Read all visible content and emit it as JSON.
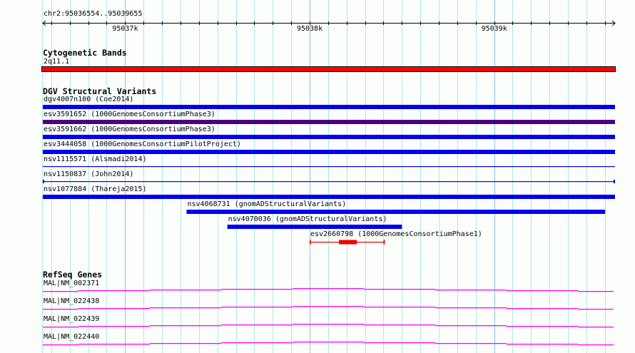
{
  "view": {
    "location": "chr2:95036554..95039655",
    "start": 95036554,
    "end": 95039655,
    "tick_labels": [
      {
        "pos": 95037000,
        "label": "95037k"
      },
      {
        "pos": 95038000,
        "label": "95038k"
      },
      {
        "pos": 95039000,
        "label": "95039k"
      }
    ]
  },
  "colors": {
    "grid_minor": "#aee8ee",
    "grid_major": "#8ec4e0",
    "cytoband": "#ff0000",
    "dgv_blue": "#0000ee",
    "dgv_purple": "#4b0082",
    "dgv_red": "#ee0000",
    "gene": "#ff00ff"
  },
  "tracks": {
    "cytobands": {
      "title": "Cytogenetic Bands",
      "features": [
        {
          "label": "2q11.1",
          "start": 95036554,
          "end": 95039655
        }
      ]
    },
    "dgv": {
      "title": "DGV Structural Variants",
      "features": [
        {
          "label": "dgv4007n100 (Coe2014)",
          "start": 95036554,
          "end": 95039655,
          "style": "thick",
          "color": "#0000ee"
        },
        {
          "label": "esv3591652 (1000GenomesConsortiumPhase3)",
          "start": 95036554,
          "end": 95039655,
          "style": "thick",
          "color": "#4b0082"
        },
        {
          "label": "esv3591662 (1000GenomesConsortiumPhase3)",
          "start": 95036554,
          "end": 95039655,
          "style": "thick",
          "color": "#0000ee"
        },
        {
          "label": "esv3444058 (1000GenomesConsortiumPilotProject)",
          "start": 95036554,
          "end": 95039655,
          "style": "thick",
          "color": "#0000ee"
        },
        {
          "label": "nsv1115571 (Alsmadi2014)",
          "start": 95036554,
          "end": 95039655,
          "style": "thin",
          "color": "#0000ee"
        },
        {
          "label": "nsv1150837 (John2014)",
          "start": 95036554,
          "end": 95039655,
          "style": "capped",
          "color": "#0000ee"
        },
        {
          "label": "nsv1077884 (Thareja2015)",
          "start": 95036554,
          "end": 95039655,
          "style": "thick",
          "color": "#0000ee"
        },
        {
          "label": "nsv4068731 (gnomADStructuralVariants)",
          "start": 95037333,
          "end": 95039601,
          "style": "thick",
          "color": "#0000ee"
        },
        {
          "label": "nsv4070036 (gnomADStructuralVariants)",
          "start": 95037554,
          "end": 95038500,
          "style": "thick",
          "color": "#0000ee"
        },
        {
          "label": "esv2660798 (1000GenomesConsortiumPhase1)",
          "start": 95038000,
          "end": 95038407,
          "style": "cappedthick",
          "thick_start": 95038159,
          "thick_end": 95038256,
          "color": "#ee0000"
        }
      ]
    },
    "refseq": {
      "title": "RefSeq Genes",
      "features": [
        {
          "label": "MAL|NM_002371"
        },
        {
          "label": "MAL|NM_022438"
        },
        {
          "label": "MAL|NM_022439"
        },
        {
          "label": "MAL|NM_022440"
        }
      ]
    }
  }
}
